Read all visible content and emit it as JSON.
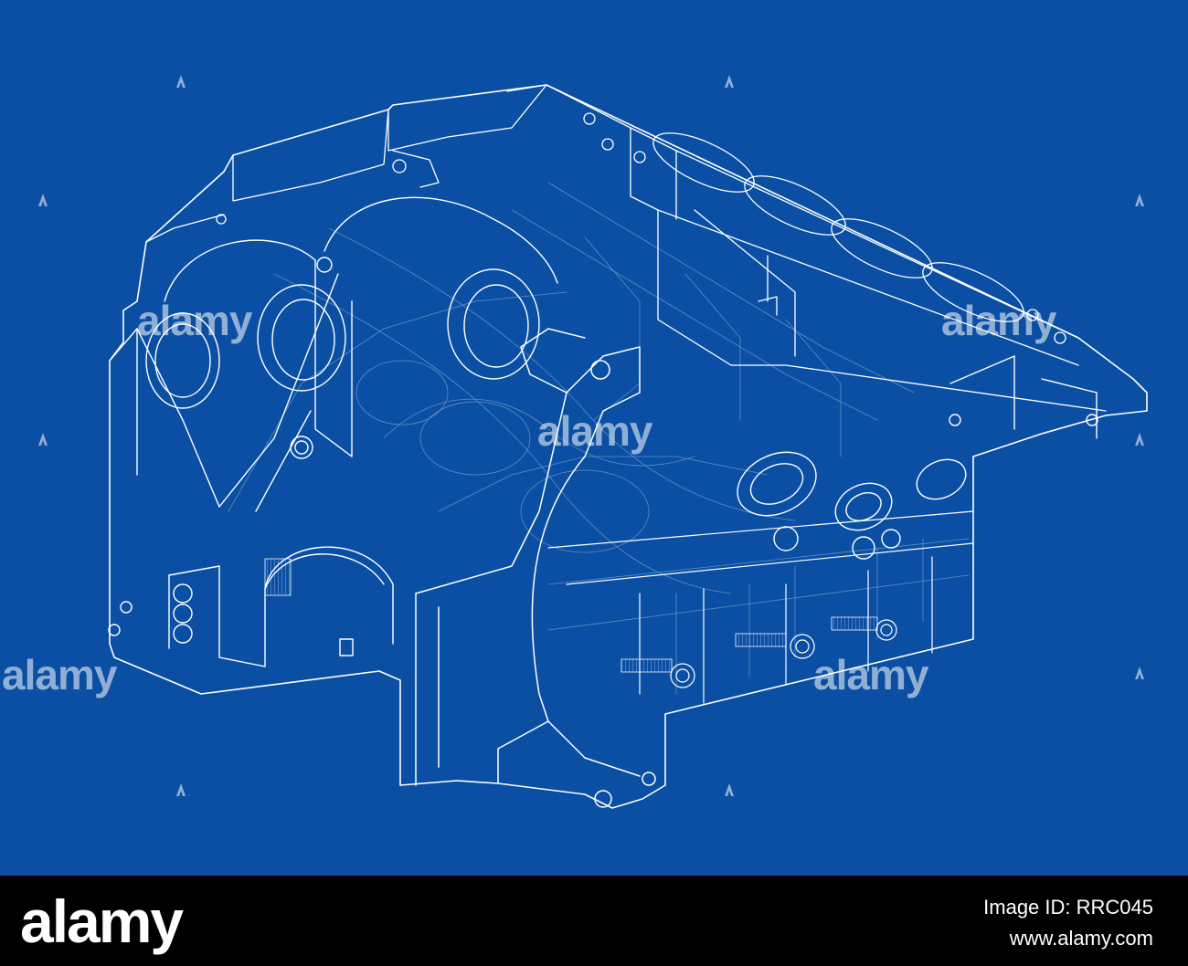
{
  "colors": {
    "blueprint_bg": "#0a4fa3",
    "line": "#ffffff",
    "footer_bg": "#000000"
  },
  "watermark": {
    "text": "alamy",
    "icon": "alamy-a-logo-icon"
  },
  "footer": {
    "brand": "alamy",
    "image_id": "Image ID: RRC045",
    "url": "www.alamy.com"
  }
}
